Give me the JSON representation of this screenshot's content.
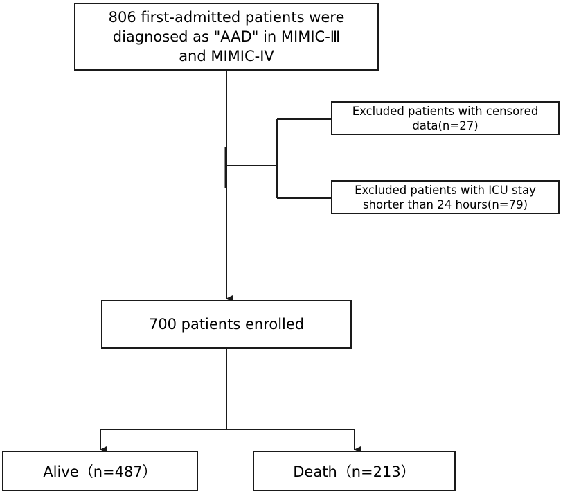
{
  "boxes": {
    "source": "806 first-admitted patients were\ndiagnosed as \"AAD\" in MIMIC-Ⅲ\nand MIMIC-IV",
    "excluded_censored": "Excluded patients with censored\ndata(n=27)",
    "excluded_icu_stay": "Excluded patients with ICU stay\nshorter than 24 hours(n=79)",
    "enrolled": "700 patients enrolled",
    "alive": "Alive（n=487）",
    "death": "Death（n=213）"
  }
}
